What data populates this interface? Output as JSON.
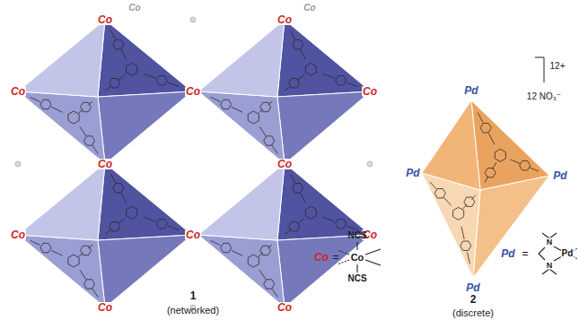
{
  "diagram": {
    "labels": [
      "Co",
      "Co",
      "Co",
      "Co",
      "Co",
      "Co",
      "Co",
      "Co",
      "Co",
      "Co",
      "Co",
      "Co",
      "Co",
      "Co",
      "1",
      "(networked)",
      "Co",
      "=",
      "NCS",
      "Co",
      "NCS",
      "Pd",
      "Pd",
      "Pd",
      "Pd",
      "12+",
      "12 NO₃⁻",
      "2",
      "(discrete)",
      "Pd",
      "=",
      "N",
      "N",
      "Pd"
    ]
  }
}
